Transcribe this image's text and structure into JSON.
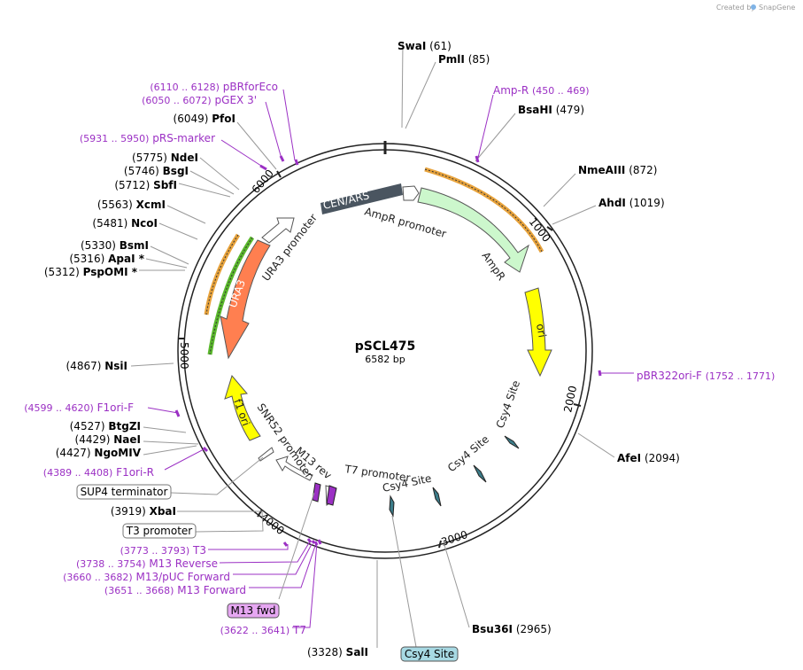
{
  "credit": {
    "text": "Created by",
    "brand": "SnapGene"
  },
  "plasmid": {
    "name": "pSCL475",
    "size": "6582 bp",
    "length": 6582
  },
  "ticks": [
    "1000",
    "2000",
    "3000",
    "4000",
    "5000",
    "6000"
  ],
  "sites": [
    {
      "name": "SwaI",
      "pos": "(61)"
    },
    {
      "name": "PmlI",
      "pos": "(85)"
    },
    {
      "name": "BsaHI",
      "pos": "(479)"
    },
    {
      "name": "NmeAIII",
      "pos": "(872)"
    },
    {
      "name": "AhdI",
      "pos": "(1019)"
    },
    {
      "name": "AfeI",
      "pos": "(2094)"
    },
    {
      "name": "Bsu36I",
      "pos": "(2965)"
    },
    {
      "name": "SalI",
      "pos": "(3328)"
    },
    {
      "name": "XbaI",
      "pos": "(3919)"
    },
    {
      "name": "NgoMIV",
      "pos": "(4427)"
    },
    {
      "name": "NaeI",
      "pos": "(4429)"
    },
    {
      "name": "BtgZI",
      "pos": "(4527)"
    },
    {
      "name": "NsiI",
      "pos": "(4867)"
    },
    {
      "name": "PspOMI *",
      "pos": "(5312)"
    },
    {
      "name": "ApaI *",
      "pos": "(5316)"
    },
    {
      "name": "BsmI",
      "pos": "(5330)"
    },
    {
      "name": "NcoI",
      "pos": "(5481)"
    },
    {
      "name": "XcmI",
      "pos": "(5563)"
    },
    {
      "name": "SbfI",
      "pos": "(5712)"
    },
    {
      "name": "BsgI",
      "pos": "(5746)"
    },
    {
      "name": "NdeI",
      "pos": "(5775)"
    },
    {
      "name": "PfoI",
      "pos": "(6049)"
    }
  ],
  "primers": [
    {
      "name": "Amp-R",
      "range": "(450 .. 469)"
    },
    {
      "name": "pBR322ori-F",
      "range": "(1752 .. 1771)"
    },
    {
      "name": "F1ori-F",
      "range": "(4599 .. 4620)"
    },
    {
      "name": "F1ori-R",
      "range": "(4389 .. 4408)"
    },
    {
      "name": "T3",
      "range": "(3773 .. 3793)"
    },
    {
      "name": "M13 Reverse",
      "range": "(3738 .. 3754)"
    },
    {
      "name": "M13/pUC Forward",
      "range": "(3660 .. 3682)"
    },
    {
      "name": "M13 Forward",
      "range": "(3651 .. 3668)"
    },
    {
      "name": "T7",
      "range": "(3622 .. 3641)"
    },
    {
      "name": "pRS-marker",
      "range": "(5931 .. 5950)"
    },
    {
      "name": "pGEX 3'",
      "range": "(6050 .. 6072)"
    },
    {
      "name": "pBRforEco",
      "range": "(6110 .. 6128)"
    }
  ],
  "boxed_labels": [
    {
      "name": "SUP4 terminator"
    },
    {
      "name": "T3 promoter"
    },
    {
      "name": "M13 fwd"
    },
    {
      "name": "Csy4 Site"
    }
  ],
  "features": [
    {
      "name": "CEN/ARS"
    },
    {
      "name": "AmpR promoter"
    },
    {
      "name": "AmpR"
    },
    {
      "name": "ori"
    },
    {
      "name": "Csy4 Site"
    },
    {
      "name": "Csy4 Site"
    },
    {
      "name": "Csy4 Site"
    },
    {
      "name": "T7 promoter"
    },
    {
      "name": "M13 rev"
    },
    {
      "name": "SNR52 promoter"
    },
    {
      "name": "f1 ori"
    },
    {
      "name": "URA3"
    },
    {
      "name": "URA3 promoter"
    }
  ],
  "colors": {
    "primer": "#9b30c4",
    "ampr": "#ccf7cc",
    "ori": "#ffff00",
    "ura3": "#ff7f50",
    "cen": "#4a5560",
    "csy4": "#3c7d8a",
    "orf": "#e8a33c"
  }
}
